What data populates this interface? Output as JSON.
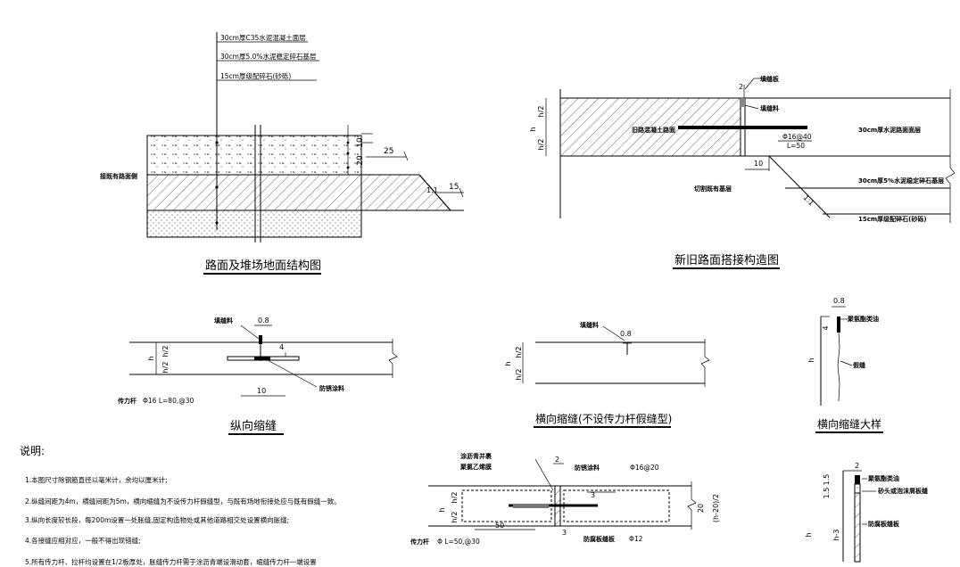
{
  "road_section": {
    "title": "路面及堆场地面结构图",
    "layers": [
      "30cm厚C35水泥混凝土面层",
      "30cm厚5.0%水泥稳定碎石基层",
      "15cm厚级配碎石(砂砾)"
    ],
    "side_label": "接既有路面侧",
    "dims": [
      "10",
      "20",
      "25",
      "15"
    ],
    "slope": "1:1"
  },
  "old_new": {
    "title": "新旧路面搭接构造图",
    "labels": {
      "filler_board": "填缝板",
      "filler": "填缝料",
      "old_road": "旧路混凝土路面",
      "cut_base": "切割既有基层",
      "rebar": "Φ16@40",
      "rebar_len": "L=50",
      "layer1": "30cm厚水泥路面面层",
      "layer2": "30cm厚5%水泥稳定碎石基层",
      "layer3": "15cm厚级配碎石(砂砾)"
    },
    "dims": [
      "2",
      "h/2",
      "h",
      "h/2",
      "10"
    ],
    "slope": "1:1"
  },
  "longitudinal": {
    "title": "纵向缩缝",
    "filler": "填缝料",
    "dims": [
      "0.8",
      "4",
      "h",
      "h/2",
      "h/2",
      "10"
    ],
    "dowel": "传力杆",
    "dowel_spec": "Φ16 L=80,@30",
    "anti_rust": "防锈涂料"
  },
  "transverse": {
    "title": "横向缩缝(不设传力杆假缝型)",
    "filler": "填缝料",
    "dims": [
      "0.8",
      "h",
      "h/2",
      "h/2"
    ]
  },
  "transverse_detail": {
    "title": "横向缩缝大样",
    "dims": [
      "0.8",
      "4",
      "h"
    ],
    "sealant": "聚氨酯类油",
    "fake_joint": "假缝"
  },
  "notes": {
    "heading": "说明:",
    "items": [
      "1.本图尺寸除钢筋直径以毫米计，余均以厘米计;",
      "2.纵缝间距为4m，横缝间距为5m，横向缩缝为不设传力杆假缝型，与既有场地衔接处应与既有假缝一致。",
      "3.纵向长度较长段，每200m设置一处胀缝,固定构造物处或其他道路相交处设置横向胀缝;",
      "4.各接缝应相对应，一般不得出现错缝;",
      "5.所有传力杆、拉杆均设置在1/2板厚处，胀缝传力杆需于涂沥青端设滑动套，缩缝传力杆一端设置"
    ]
  },
  "expansion": {
    "labels": {
      "asphalt": "涂沥青并裹",
      "pe_film": "聚氯乙烯膜",
      "anti_rust": "防锈涂料",
      "rebar": "Φ16@20",
      "rebar12": "Φ12",
      "filler_board": "防腐板缝板",
      "dowel": "传力杆",
      "dowel_spec": "Φ L=50,@30"
    },
    "dims": [
      "2",
      "3",
      "3",
      "50",
      "h",
      "h/2",
      "h/2",
      "20",
      "(h-20)/2"
    ]
  },
  "expansion_detail": {
    "labels": {
      "sealant": "聚氨酯类油",
      "sand": "砂头或泡沫屑板缝",
      "board": "防腐板缝板"
    },
    "dims": [
      "2",
      "1.5",
      "1.5",
      "h",
      "h-3"
    ]
  }
}
